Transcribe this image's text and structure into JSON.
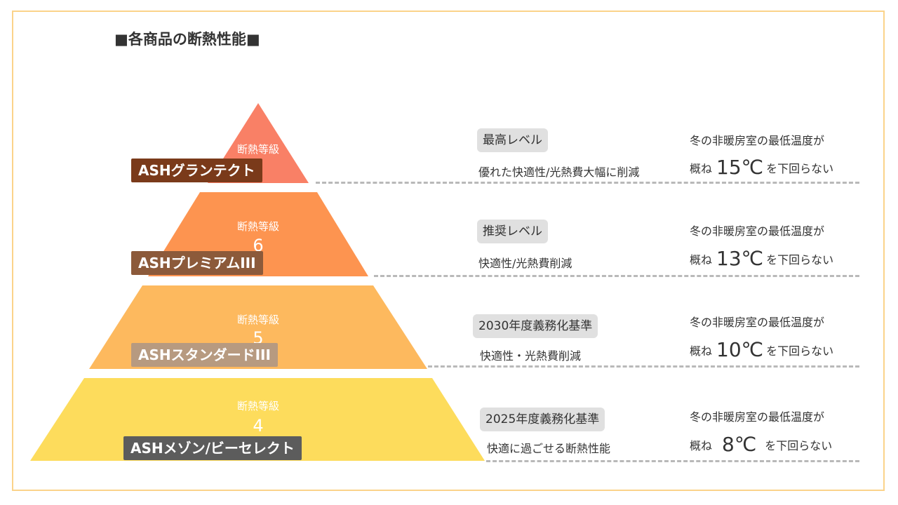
{
  "title": "■各商品の断熱性能■",
  "tiers": [
    {
      "grade_label": "断熱等級",
      "grade_number": "",
      "product": "ASHグランテクト",
      "level_label": "最高レベル",
      "description": "優れた快適性/光熱費大幅に削減",
      "temp_top": "冬の非暖房室の最低温度が",
      "temp_prefix": "概ね",
      "temp_value": "15℃",
      "temp_suffix": "を下回らない",
      "color": "#f98066",
      "product_bg": "#7a3a1a"
    },
    {
      "grade_label": "断熱等級",
      "grade_number": "6",
      "product": "ASHプレミアムIII",
      "level_label": "推奨レベル",
      "description": "快適性/光熱費削減",
      "temp_top": "冬の非暖房室の最低温度が",
      "temp_prefix": "概ね",
      "temp_value": "13℃",
      "temp_suffix": "を下回らない",
      "color": "#fd9450",
      "product_bg": "#8c5a3a"
    },
    {
      "grade_label": "断熱等級",
      "grade_number": "5",
      "product": "ASHスタンダードIII",
      "level_label": "2030年度義務化基準",
      "description": "快適性・光熱費削減",
      "temp_top": "冬の非暖房室の最低温度が",
      "temp_prefix": "概ね",
      "temp_value": "10℃",
      "temp_suffix": "を下回らない",
      "color": "#fdb95e",
      "product_bg": "#b79a80"
    },
    {
      "grade_label": "断熱等級",
      "grade_number": "4",
      "product": "ASHメゾン/ビーセレクト",
      "level_label": "2025年度義務化基準",
      "description": "快適に過ごせる断熱性能",
      "temp_top": "冬の非暖房室の最低温度が",
      "temp_prefix": "概ね",
      "temp_value": "8℃",
      "temp_suffix": "を下回らない",
      "color": "#fddc5c",
      "product_bg": "#5c5c5c"
    }
  ]
}
